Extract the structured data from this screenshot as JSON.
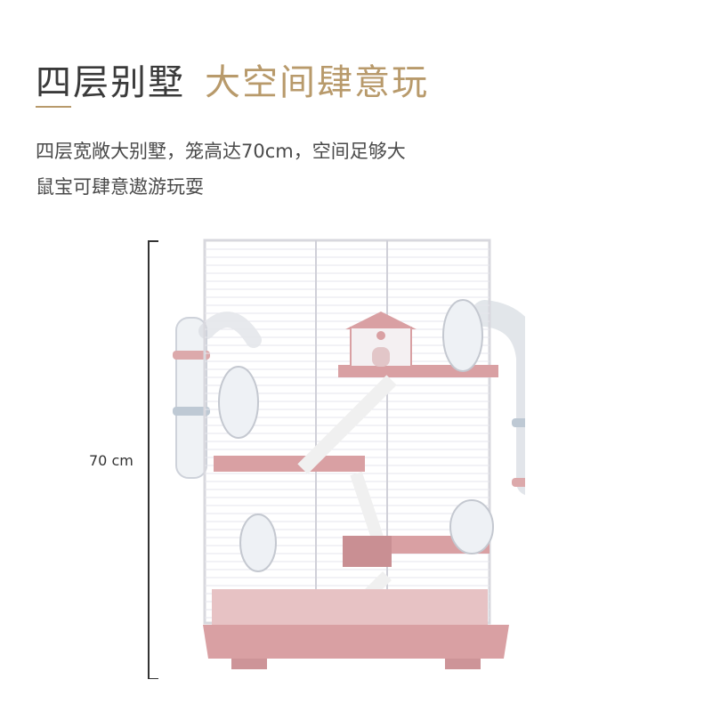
{
  "title": {
    "main": "四层别墅",
    "accent": "大空间肆意玩"
  },
  "description": {
    "line1": "四层宽敞大别墅，笼高达70cm，空间足够大",
    "line2": "鼠宝可肆意遨游玩耍"
  },
  "measurement": {
    "height_label": "70 cm"
  },
  "colors": {
    "accent": "#b89a6b",
    "cage_pink": "#d9a0a3",
    "wire": "#f2f2f4"
  }
}
